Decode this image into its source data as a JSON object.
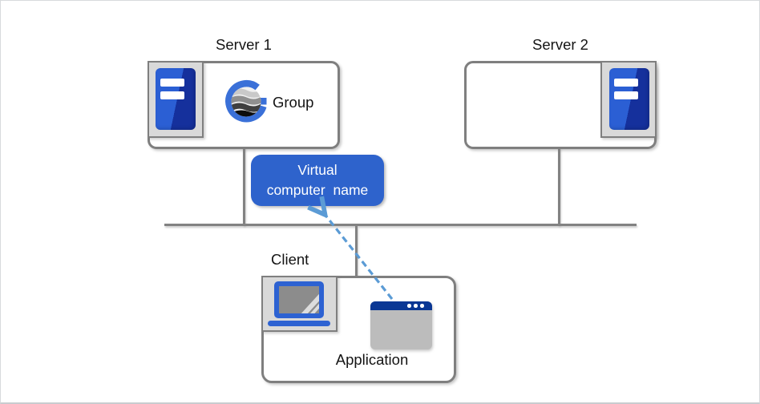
{
  "nodes": {
    "server1": {
      "label": "Server 1",
      "logo_label": "Group"
    },
    "server2": {
      "label": "Server 2"
    },
    "client": {
      "label": "Client",
      "application_label": "Application"
    },
    "virtual_name": {
      "line1": "Virtual",
      "line2": "computer name"
    }
  },
  "icons": {
    "server1_icon": "server-tower-icon",
    "server2_icon": "server-tower-icon",
    "client_icon": "laptop-icon",
    "application_icon": "app-window-icon",
    "group_icon": "group-logo-icon"
  },
  "colors": {
    "primary_blue": "#2E63CC",
    "icon_blue": "#2D62D2",
    "navy_titlebar": "#0A3794",
    "box_border_gray": "#7F7F7F",
    "panel_gray": "#D9D9D9",
    "network_line_gray": "#828282",
    "arrow_dash_blue": "#5B9BD5",
    "label_text": "#141414",
    "virtual_text": "#FFFFFF"
  }
}
